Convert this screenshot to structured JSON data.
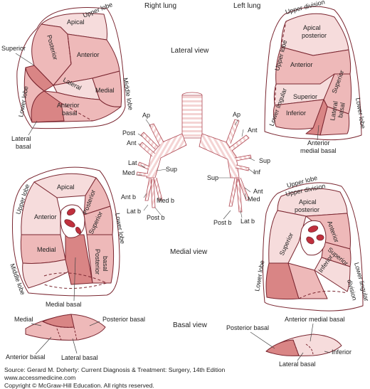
{
  "headers": {
    "right_lung": "Right lung",
    "left_lung": "Left lung"
  },
  "views": {
    "lateral": "Lateral view",
    "medial": "Medial view",
    "basal": "Basal view"
  },
  "right_lateral": {
    "upper_lobe": "Upper lobe",
    "apical": "Apical",
    "posterior": "Posterior",
    "anterior": "Anterior",
    "superior": "Superior",
    "lateral": "Lateral",
    "medial": "Medial",
    "middle_lobe": "Middle lobe",
    "lower_lobe": "Lower lobe",
    "anterior_basal_1": "Anterior",
    "anterior_basal_2": "basal",
    "lateral_basal_1": "Lateral",
    "lateral_basal_2": "basal"
  },
  "left_lateral": {
    "upper_division": "Upper division",
    "upper_lobe": "Upper lobe",
    "apical_posterior_1": "Apical",
    "apical_posterior_2": "posterior",
    "anterior": "Anterior",
    "superior_1": "Superior",
    "superior_2": "Superior",
    "lower_lingular": "Lower lingular",
    "inferior": "Inferior",
    "lateral_basal_1": "Lateral",
    "lateral_basal_2": "basal",
    "lower_lobe": "Lower lobe",
    "anterior_medial_basal_1": "Anterior",
    "anterior_medial_basal_2": "medial basal"
  },
  "bronchi": {
    "ap_r": "Ap",
    "post_r": "Post",
    "ant_r": "Ant",
    "lat_r": "Lat",
    "med_r": "Med",
    "sup_r": "Sup",
    "ant_b_r": "Ant b",
    "lat_b_r": "Lat b",
    "med_b_r": "Med b",
    "post_b_r": "Post b",
    "ap_l": "Ap",
    "ant_l": "Ant",
    "sup_l": "Sup",
    "inf_l": "Inf",
    "sup_l2": "Sup",
    "ant_l2": "Ant",
    "med_l": "Med",
    "post_b_l": "Post b",
    "lat_b_l": "Lat b"
  },
  "right_medial": {
    "upper_lobe": "Upper lobe",
    "apical": "Apical",
    "posterior": "Posterior",
    "anterior": "Anterior",
    "superior": "Superior",
    "lower_lobe": "Lower lobe",
    "medial": "Medial",
    "posterior_basal_1": "Posterior",
    "posterior_basal_2": "basal",
    "middle_lobe": "Middle lobe",
    "medial_basal": "Medial basal"
  },
  "left_medial": {
    "upper_lobe": "Upper lobe",
    "upper_division": "Upper division",
    "apical_posterior_1": "Apical",
    "apical_posterior_2": "posterior",
    "anterior": "Anterior",
    "superior_1": "Superior",
    "superior_2": "Superior",
    "inferior": "Inferior",
    "lower_lingular": "Lower lingular",
    "division": "division",
    "lower_lobe": "Lower lobe"
  },
  "basal_right": {
    "medial": "Medial",
    "posterior_basal": "Posterior basal",
    "anterior_basal": "Anterior basal",
    "lateral_basal": "Lateral basal"
  },
  "basal_left": {
    "posterior_basal": "Posterior basal",
    "anterior_medial_basal": "Anterior medial basal",
    "inferior": "Inferior",
    "lateral_basal": "Lateral basal"
  },
  "source": {
    "line1": "Source: Gerard M. Doherty: Current Diagnosis & Treatment: Surgery, 14th Edition",
    "line2": "www.accessmedicine.com",
    "line3": "Copyright © McGraw-Hill Education. All rights reserved."
  },
  "colors": {
    "pink_light": "#f6dcdc",
    "pink_mid": "#eeb9b9",
    "pink_dark": "#d98585",
    "red": "#c0303d",
    "line": "#7a2630"
  }
}
